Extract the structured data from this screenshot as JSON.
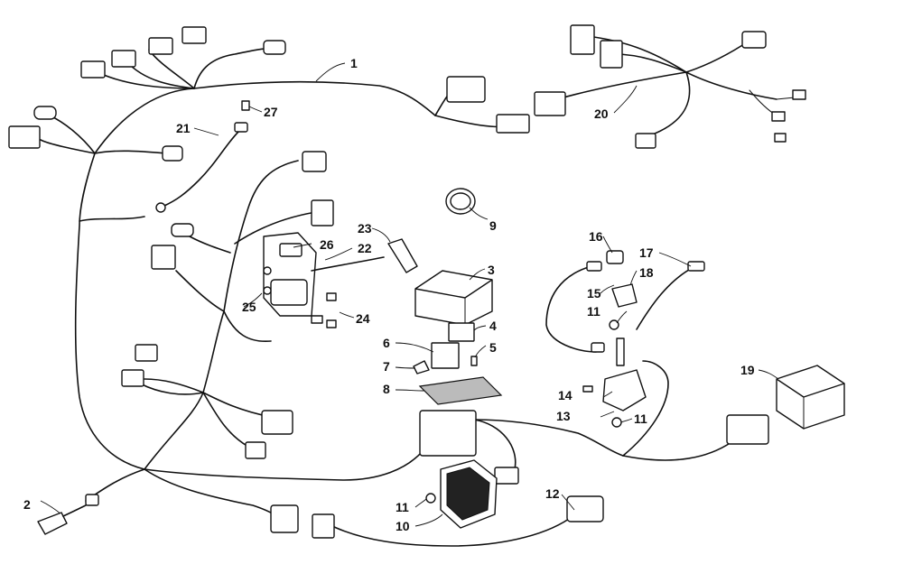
{
  "callouts": {
    "c1": "1",
    "c2": "2",
    "c3": "3",
    "c4": "4",
    "c5": "5",
    "c6": "6",
    "c7": "7",
    "c8": "8",
    "c9": "9",
    "c10": "10",
    "c11a": "11",
    "c11b": "11",
    "c11c": "11",
    "c12": "12",
    "c13": "13",
    "c14": "14",
    "c15": "15",
    "c16": "16",
    "c17": "17",
    "c18": "18",
    "c19": "19",
    "c20": "20",
    "c21": "21",
    "c22": "22",
    "c23": "23",
    "c24": "24",
    "c25": "25",
    "c26": "26",
    "c27": "27"
  }
}
